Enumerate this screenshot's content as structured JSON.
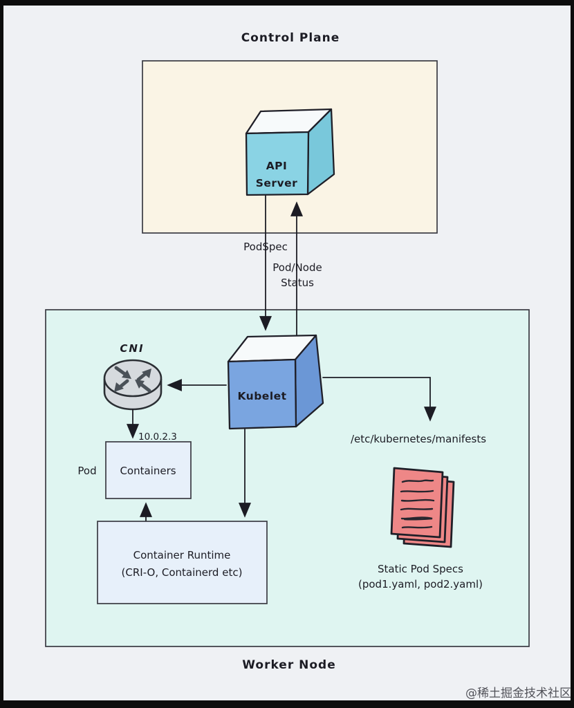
{
  "colors": {
    "frame": "#0d0d0d",
    "canvas_bg": "#eff1f4",
    "control_plane_fill": "#faf4e5",
    "worker_node_fill": "#dff5f1",
    "api_cube_front": "#8ad3e4",
    "api_cube_side": "#79c8db",
    "cube_top": "#f7fafb",
    "kubelet_front": "#7aa5e0",
    "kubelet_side": "#6b97d6",
    "box_fill": "#e7f0fa",
    "doc_fill": "#ee8787",
    "router_fill": "#d6dade",
    "ink": "#1c1c24",
    "watermark": "#c7c8cc"
  },
  "control_plane": {
    "title": "Control Plane",
    "api_server": {
      "line1": "API",
      "line2": "Server"
    }
  },
  "edges": {
    "podspec": "PodSpec",
    "podnode_status_line1": "Pod/Node",
    "podnode_status_line2": "Status",
    "ip": "10.0.2.3",
    "manifests_path": "/etc/kubernetes/manifests"
  },
  "worker_node": {
    "title": "Worker Node",
    "cni_label": "CNI",
    "kubelet_label": "Kubelet",
    "pod_label": "Pod",
    "containers_label": "Containers",
    "runtime_line1": "Container Runtime",
    "runtime_line2": "(CRI-O, Containerd etc)",
    "static_pods_line1": "Static Pod Specs",
    "static_pods_line2": "(pod1.yaml, pod2.yaml)"
  },
  "watermark": "@稀土掘金技术社区"
}
